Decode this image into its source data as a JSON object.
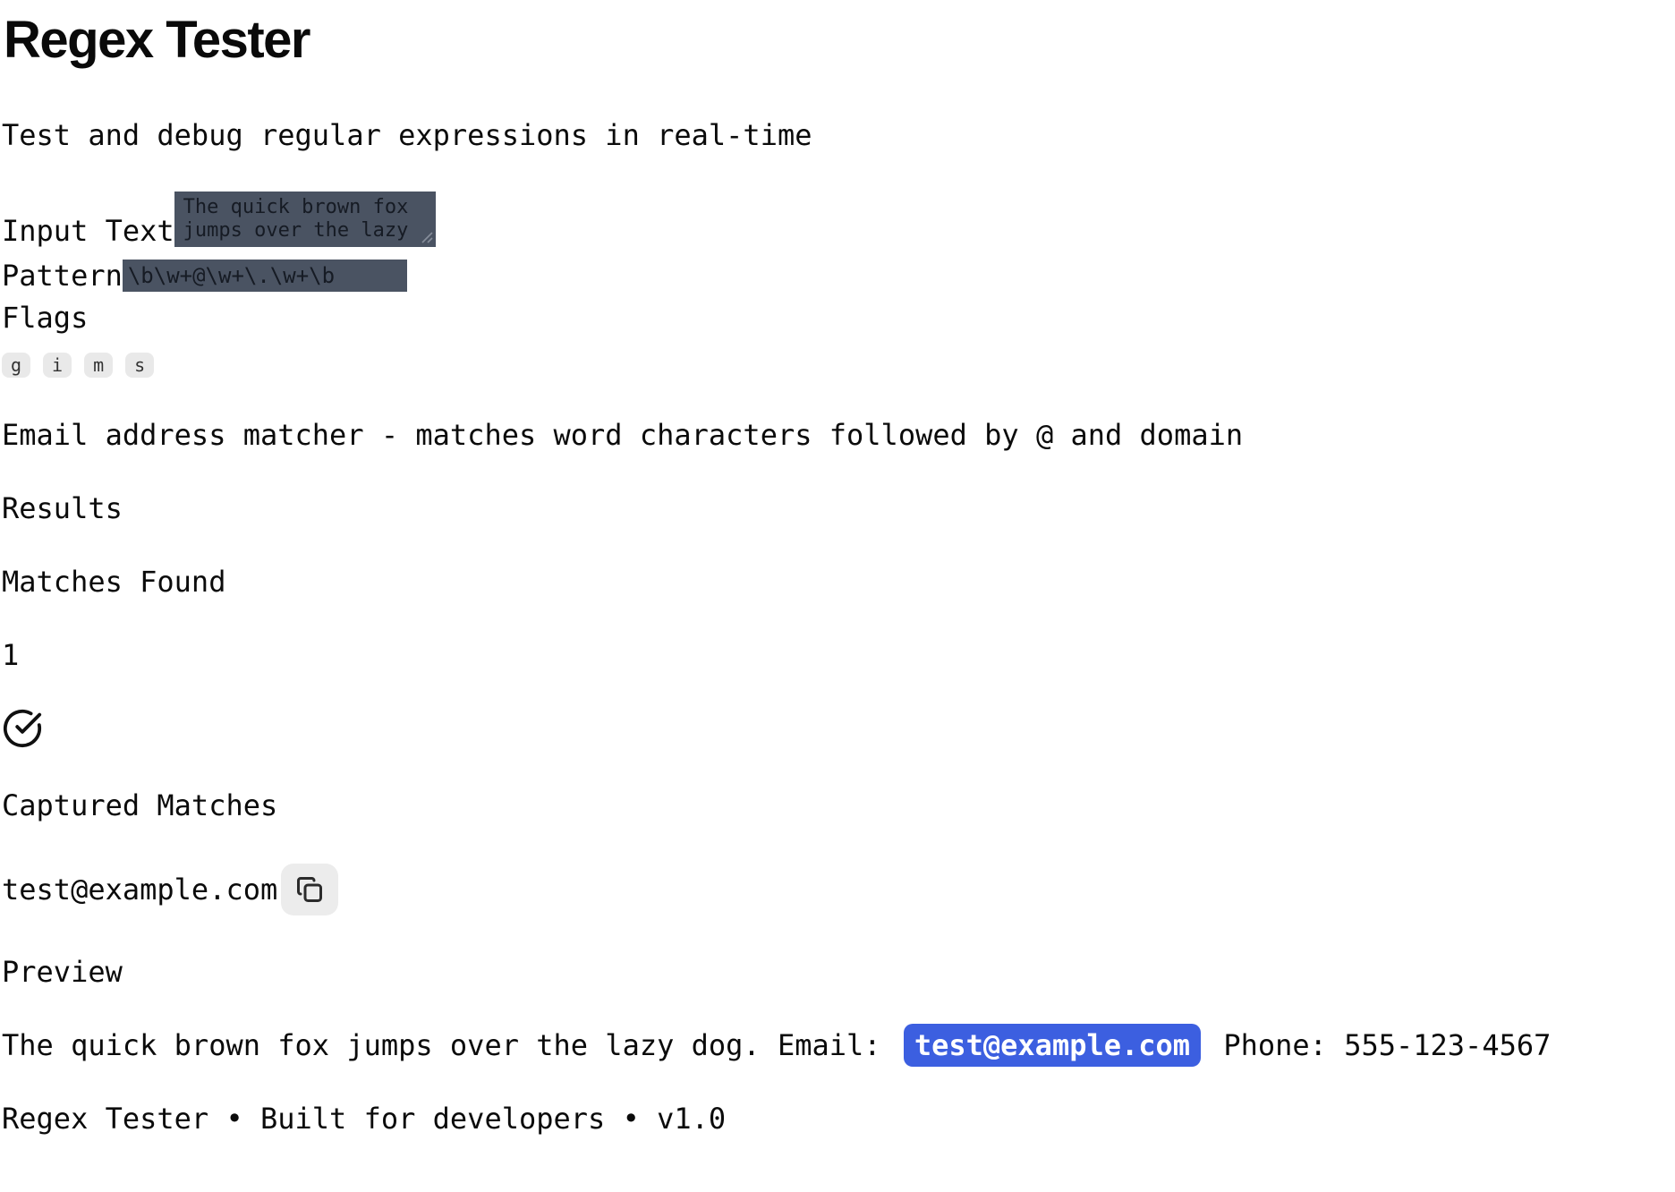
{
  "header": {
    "title": "Regex Tester",
    "subtitle": "Test and debug regular expressions in real-time"
  },
  "editor": {
    "input_text_label": "Input Text",
    "input_text_value": "The quick brown fox jumps over the lazy",
    "pattern_label": "Pattern",
    "pattern_value": "\\b\\w+@\\w+\\.\\w+\\b",
    "flags_label": "Flags",
    "flags": [
      "g",
      "i",
      "m",
      "s"
    ],
    "description": "Email address matcher - matches word characters followed by @ and domain"
  },
  "results": {
    "heading": "Results",
    "matches_found_label": "Matches Found",
    "matches_count": "1",
    "status_icon": "check-circle-icon",
    "captured_heading": "Captured Matches",
    "captured": [
      {
        "value": "test@example.com"
      }
    ]
  },
  "preview": {
    "heading": "Preview",
    "text_before_match": "The quick brown fox jumps over the lazy dog. Email: ",
    "highlighted_match": "test@example.com",
    "text_after_match": " Phone: 555-123-4567"
  },
  "footer": {
    "text": "Regex Tester • Built for developers • v1.0"
  },
  "colors": {
    "field_background": "#4a5362",
    "match_highlight": "#3c5fe0",
    "flag_button_background": "#e9e9e9",
    "copy_button_background": "#ececec"
  }
}
